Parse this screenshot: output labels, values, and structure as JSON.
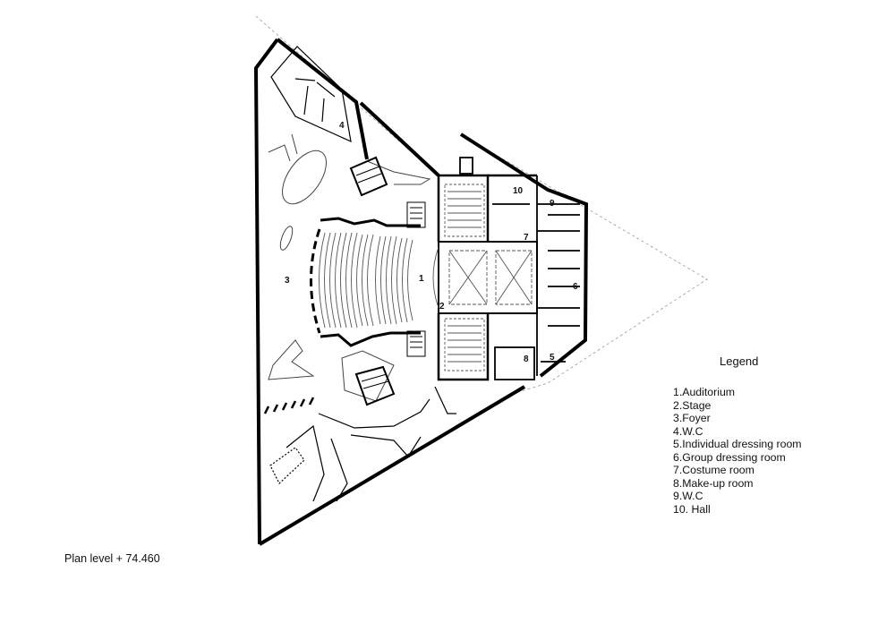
{
  "legend": {
    "title": "Legend",
    "items": [
      "1.Auditorium",
      "2.Stage",
      "3.Foyer",
      "4.W.C",
      "5.Individual dressing room",
      "6.Group dressing room",
      "7.Costume room",
      "8.Make-up room",
      "9.W.C",
      "10. Hall"
    ]
  },
  "plan_caption": "Plan level + 74.460",
  "room_labels": {
    "r1": "1",
    "r2": "2",
    "r3": "3",
    "r4": "4",
    "r5": "5",
    "r6": "6",
    "r7": "7",
    "r8": "8",
    "r9": "9",
    "r10": "10"
  }
}
